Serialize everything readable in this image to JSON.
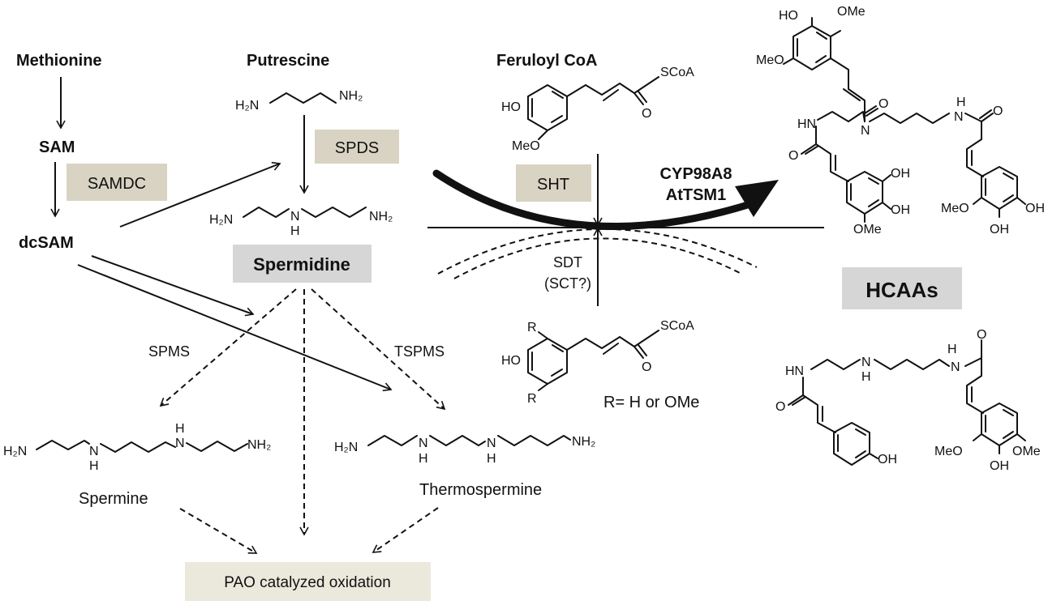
{
  "metabolites": {
    "methionine": "Methionine",
    "sam": "SAM",
    "dcsam": "dcSAM",
    "putrescine": "Putrescine",
    "spermidine": "Spermidine",
    "spermine": "Spermine",
    "thermospermine": "Thermospermine",
    "feruloyl_coa": "Feruloyl CoA",
    "hcaas": "HCAAs"
  },
  "enzymes": {
    "samdc": "SAMDC",
    "spds": "SPDS",
    "sht": "SHT",
    "spms": "SPMS",
    "tspms": "TSPMS",
    "sdt": "SDT",
    "sct": "(SCT?)",
    "cyp98a8": "CYP98A8",
    "attsm1": "AtTSM1",
    "pao": "PAO catalyzed oxidation"
  },
  "atoms": {
    "h2n": "H₂N",
    "nh2": "NH₂",
    "nh": "H",
    "n_label": "N",
    "hn": "HN",
    "ho": "HO",
    "meo": "MeO",
    "ome": "OMe",
    "oh": "OH",
    "o": "O",
    "scoa": "SCoA",
    "r": "R"
  },
  "note": {
    "r_group": "R= H or OMe"
  },
  "colors": {
    "enzyme_box": "#d8d3c3",
    "metabolite_box": "#d6d6d6",
    "pao_box": "#ebe8dc",
    "ink": "#111111"
  }
}
